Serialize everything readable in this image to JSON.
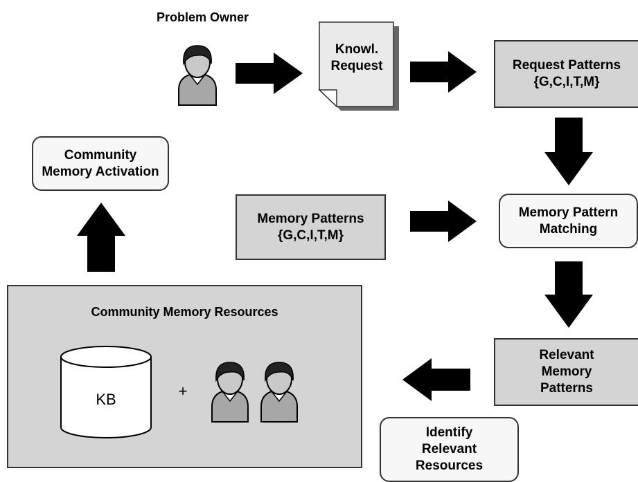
{
  "problem_owner_label": "Problem Owner",
  "knowledge_request": "Knowl.\nRequest",
  "request_patterns": "Request Patterns\n{G,C,I,T,M}",
  "community_memory_activation": "Community\nMemory Activation",
  "memory_patterns": "Memory Patterns\n{G,C,I,T,M}",
  "memory_pattern_matching": "Memory Pattern\nMatching",
  "community_memory_resources": "Community Memory Resources",
  "kb_label": "KB",
  "plus_sign": "+",
  "relevant_memory_patterns": "Relevant\nMemory\nPatterns",
  "identify_relevant_resources": "Identify\nRelevant\nResources",
  "colors": {
    "grey_box": "#d4d4d4",
    "light_box": "#f7f7f7",
    "arrow": "#000000"
  }
}
